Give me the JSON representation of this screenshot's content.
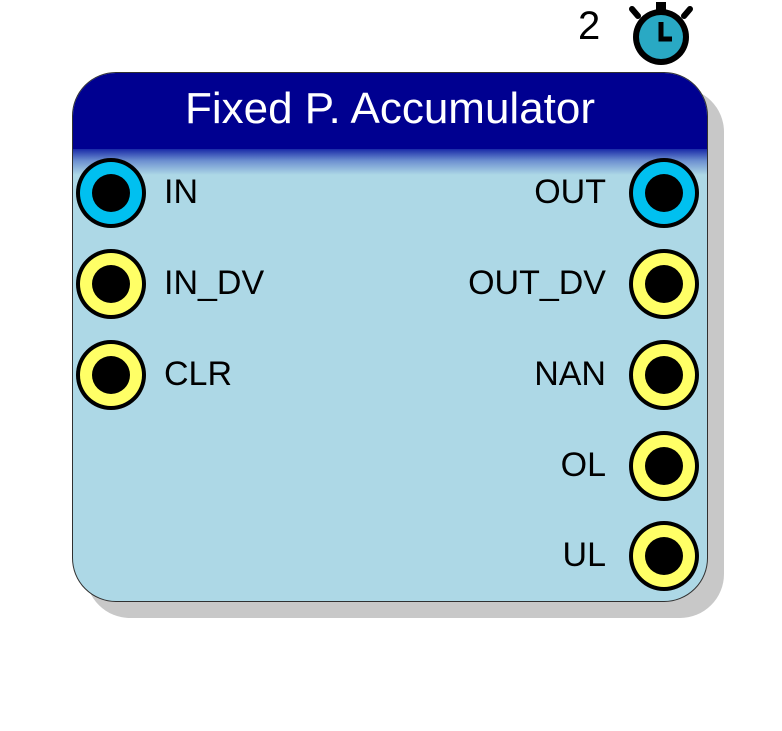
{
  "block": {
    "title": "Fixed P. Accumulator",
    "latency": "2",
    "latency_icon": "stopwatch-icon",
    "colors": {
      "header": "#000090",
      "body": "#add8e6",
      "title_text": "#ffffff",
      "data_port": "#00c0f0",
      "control_port": "#ffff66",
      "port_core": "#000000",
      "stopwatch": "#29a9c4"
    }
  },
  "ports": {
    "inputs": [
      {
        "label": "IN",
        "kind": "data"
      },
      {
        "label": "IN_DV",
        "kind": "control"
      },
      {
        "label": "CLR",
        "kind": "control"
      }
    ],
    "outputs": [
      {
        "label": "OUT",
        "kind": "data"
      },
      {
        "label": "OUT_DV",
        "kind": "control"
      },
      {
        "label": "NAN",
        "kind": "control"
      },
      {
        "label": "OL",
        "kind": "control"
      },
      {
        "label": "UL",
        "kind": "control"
      }
    ]
  }
}
